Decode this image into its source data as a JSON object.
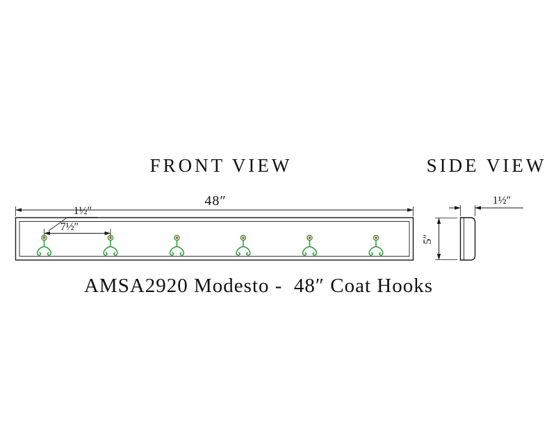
{
  "drawing": {
    "front_view": {
      "title": "FRONT VIEW",
      "width_dim": "48″",
      "offset_dim": "1½″",
      "spacing_dim": "7½″",
      "hook_count": 6
    },
    "side_view": {
      "title": "SIDE VIEW",
      "thickness_dim": "1½″",
      "height_dim": "5″"
    },
    "caption": "AMSA2920 Modesto -  48″ Coat Hooks",
    "colors": {
      "line": "#1a1a1a",
      "hook": "#2f9e3f",
      "screw": "#d6452c"
    }
  }
}
